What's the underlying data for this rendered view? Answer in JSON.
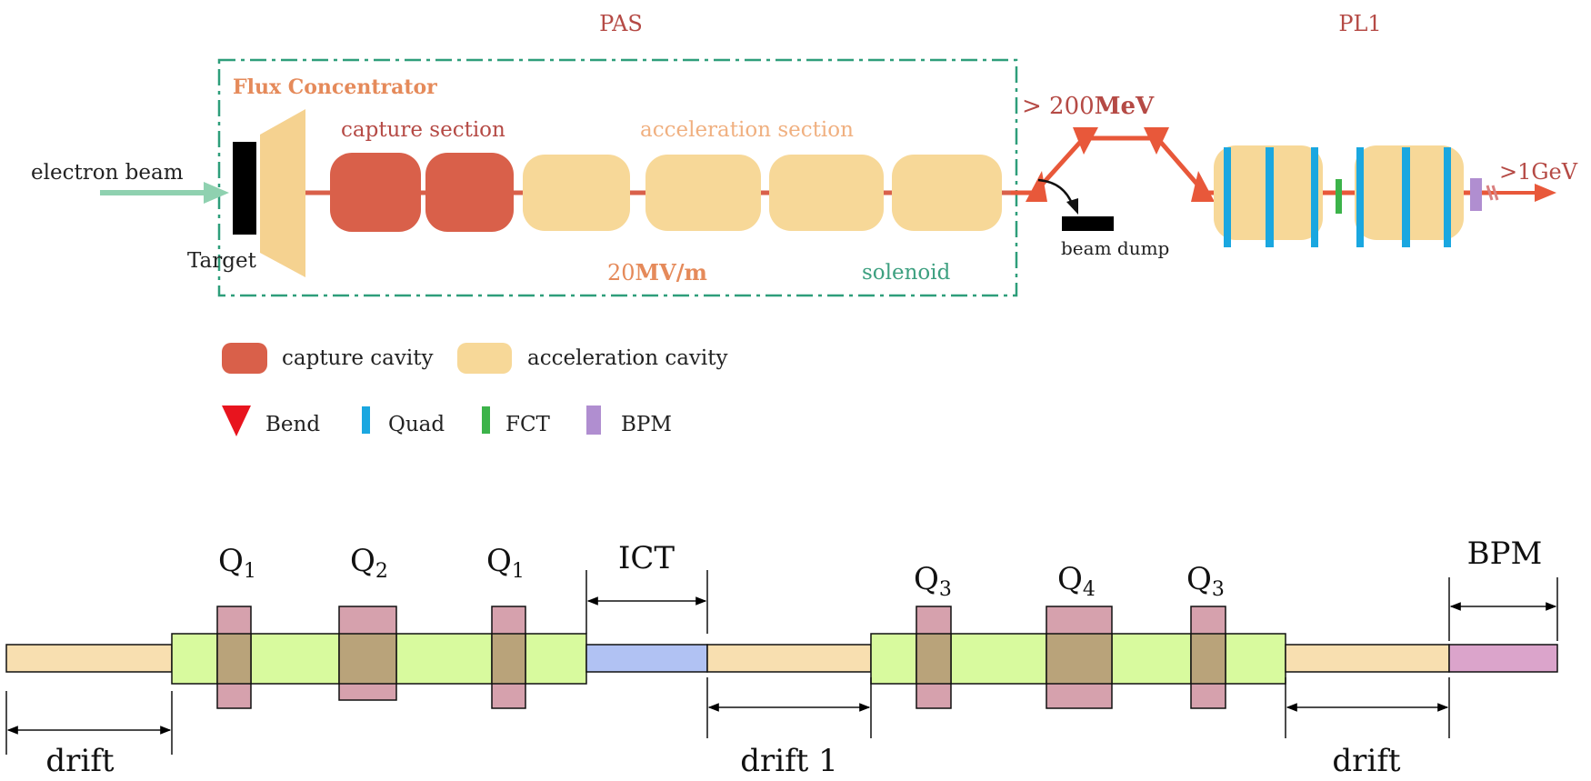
{
  "top": {
    "pas_label": "PAS",
    "pl1_label": "PL1",
    "flux_concentrator": "Flux Concentrator",
    "capture_section": "capture section",
    "acceleration_section": "acceleration section",
    "electron_beam": "electron beam",
    "target": "Target",
    "gradient_num": "20",
    "gradient_unit": "MV/m",
    "solenoid": "solenoid",
    "energy_mid_prefix": "> 200",
    "energy_mid_unit": "MeV",
    "beam_dump": "beam dump",
    "energy_out": ">1GeV"
  },
  "legend": {
    "capture_cavity": "capture cavity",
    "acceleration_cavity": "acceleration cavity",
    "bend": "Bend",
    "quad": "Quad",
    "fct": "FCT",
    "bpm": "BPM"
  },
  "bottom": {
    "q1a": "Q",
    "q1a_sub": "1",
    "q2": "Q",
    "q2_sub": "2",
    "q1b": "Q",
    "q1b_sub": "1",
    "ict": "ICT",
    "q3a": "Q",
    "q3a_sub": "3",
    "q4": "Q",
    "q4_sub": "4",
    "q3b": "Q",
    "q3b_sub": "3",
    "bpm": "BPM",
    "drift_left": "drift",
    "drift1": "drift 1",
    "drift_right": "drift"
  },
  "colors": {
    "pas_border": "#2e9e7a",
    "capture_cavity": "#d9604a",
    "acceleration_cavity": "#f7d898",
    "flux_concentrator": "#f5d290",
    "beamline": "#d9604a",
    "beam_arrow": "#8fd1b0",
    "bend": "#e8583a",
    "quad": "#1aa7e0",
    "fct": "#3cb34a",
    "bpm_marker": "#b08ed0",
    "label_red": "#b54a45",
    "label_orange": "#e58a5a",
    "label_acc": "#f0b080",
    "label_green": "#3da080",
    "drift_fill": "#f8dfb0",
    "quad_section_fill": "#d8fa9e",
    "quad_magnet_fill": "#d6a1ad",
    "quad_overlap_fill": "#b9a37a",
    "ict_fill": "#b1c2f3",
    "bpm_fill": "#dba4cb"
  }
}
